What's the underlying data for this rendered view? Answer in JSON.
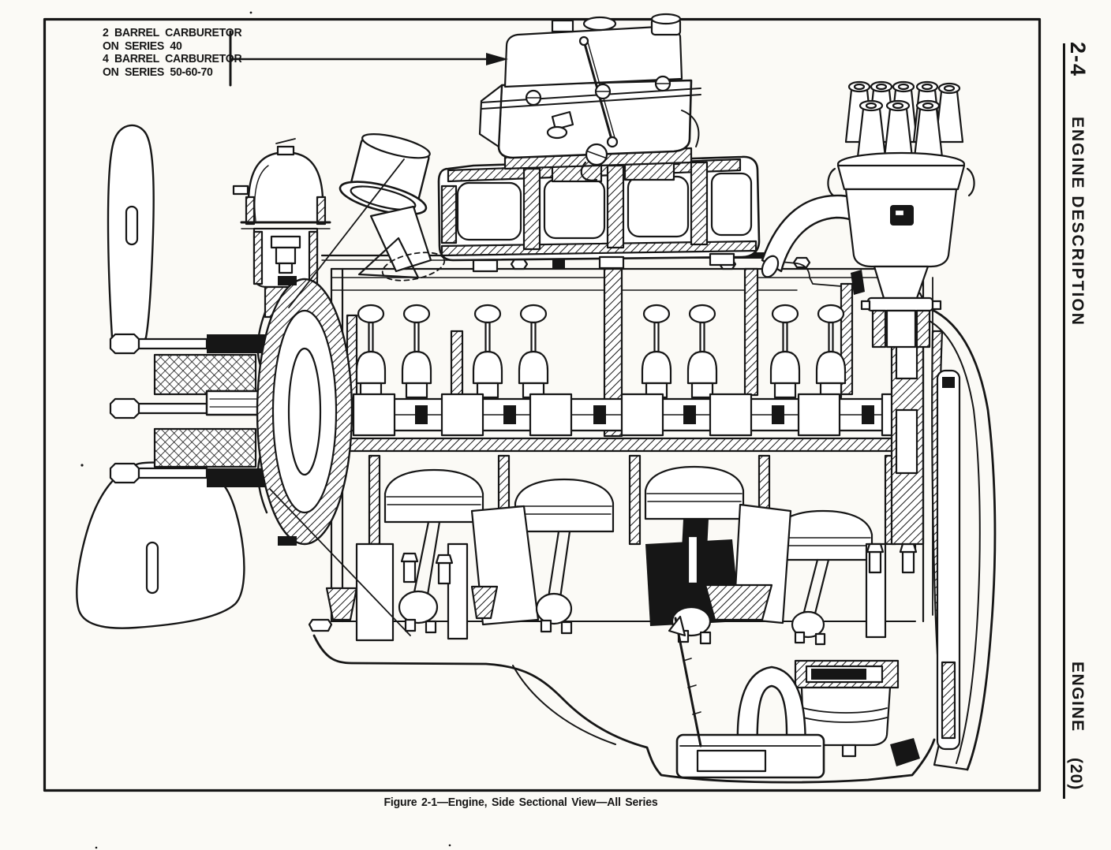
{
  "page": {
    "paper": "#fbfaf6",
    "ink": "#161616"
  },
  "figure": {
    "callout": {
      "lines": [
        "2 BARREL CARBURETOR",
        "ON SERIES 40",
        "4 BARREL CARBURETOR",
        "ON SERIES 50-60-70"
      ]
    },
    "caption": "Figure 2-1—Engine, Side Sectional View—All Series",
    "parts": [
      "fan",
      "fan-hub",
      "water-pump",
      "thermostat-outlet",
      "oil-filler-tube",
      "carburetor",
      "intake-manifold",
      "heat-pipe",
      "distributor",
      "valve-train",
      "camshaft",
      "engine-block",
      "pistons",
      "connecting-rods",
      "crankshaft",
      "oil-pan",
      "oil-pump",
      "oil-pickup-screen",
      "dipstick",
      "flywheel-housing"
    ]
  },
  "sidebar": {
    "page_number": "2-4",
    "section_title": "ENGINE DESCRIPTION",
    "group_title": "ENGINE",
    "group_number": "(20)"
  }
}
